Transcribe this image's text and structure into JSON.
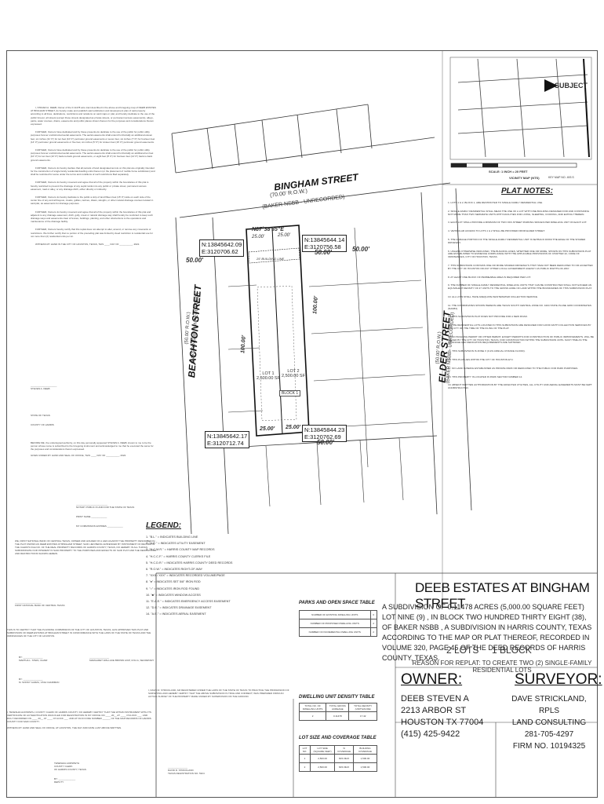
{
  "header": {
    "title": "DEEB ESTATES AT BINGHAM STREET",
    "description": "A SUBDIVISION OF 0.11478 ACRES (5,000.00 SQUARE FEET) LOT NINE (9) , IN BLOCK TWO HUNDRED THIRTY EIGHT (38), OF BAKER NSBB , A SUBDIVISION IN HARRIS COUNTY, TEXAS ACCORDING TO THE MAP OR PLAT THEREOF, RECORDED IN VOLUME 320, PAGE 45 OF THE DEED RECORDS OF HARRIS COUNTY, TEXAS.",
    "lots_block": "2 LOTS     1 BLOCK",
    "reason": "REASON FOR REPLAT: TO CREATE TWO (2) SINGLE-FAMILY RESIDENTIAL LOTS"
  },
  "owner": {
    "heading": "OWNER:",
    "name": "DEEB STEVEN A",
    "address1": "2213 ARBOR ST",
    "address2": "HOUSTON TX 77004",
    "phone": "(415)  425-9422"
  },
  "surveyor": {
    "heading": "SURVEYOR:",
    "name": "DAVE STRICKLAND, RPLS",
    "company": "LAND CONSULTING",
    "phone": "281-705-4297",
    "firm": "FIRM NO. 10194325"
  },
  "streets": {
    "bingham": "BINGHAM STREET",
    "bingham_row": "(70.00' R.O.W.)",
    "bingham_sub": "(BAKER NSBB - UNRECORDED)",
    "beachton": "BEACHTON STREET",
    "beachton_row": "(50.00' R.O.W.)",
    "beachton_sub": "(BAKER NSBB - UNRECORDED)",
    "elder": "ELDER STREET",
    "elder_row": "(50.00' R.O.W.)",
    "elder_sub": "(BAKER NSBB - UNRECORDED)"
  },
  "coords": {
    "nw": {
      "n": "N:13845642.09",
      "e": "E:3120706.62"
    },
    "ne": {
      "n": "N:13845644.14",
      "e": "E:3120756.58"
    },
    "sw": {
      "n": "N:13845642.17",
      "e": "E:3120712.74"
    },
    "se": {
      "n": "N:13845844.23",
      "e": "E:3120762.69"
    }
  },
  "dims": {
    "d50a": "50.00'",
    "d50b": "50.00'",
    "d50c": "50.00'",
    "d50d": "50.00'",
    "d100a": "100.00'",
    "d100b": "100.00'",
    "bearing_n": "N87°38'35\"E",
    "d25a": "25.00'",
    "d25b": "25.00'",
    "d25c": "25.00'",
    "d25d": "25.00'"
  },
  "lots": {
    "lot1": "LOT 1",
    "lot1_area": "2,500.00 SF",
    "lot2": "LOT 2",
    "lot2_area": "2,500.00 SF",
    "block": "BLOCK 1",
    "b_yard": "25' BUILDING LINE"
  },
  "legend": {
    "heading": "LEGEND:",
    "items": [
      "1. \"B.L.\" = INDICATES BUILDING LINE",
      "2. \"U.E.\" = INDICATES UTILITY EASEMENT",
      "3. \"H.C.M.R.\" = HARRIS COUNTY MAP RECORDS",
      "4. \"H.C.C.F.\" = HARRIS COUNTY CLERKS FILE",
      "5. \"H.C.D.R.\" = INDICATES HARRIS COUNTY DEED RECORDS",
      "6. \"R.O.W.\" = INDICATES RIGHT-OF-WAY",
      "7. \"XXX / XXX\" = INDICATES RECORDED VOLUME/PAGE",
      "8. \"●\" = INDICATES SET 5/8\" IRON ROD",
      "9. \"○\" = INDICATES IRON ROD FOUND",
      "10. \"■\" = INDICATES WINDOW ACCESS",
      "11. \"E.A.E.\" = INDICATES EMERGENCY ACCESS EASEMENT",
      "12. \"D.E.\" = INDICATES DRAINAGE EASEMENT",
      "14. \"A.E.\" = INDICATES AERIAL EASEMENT"
    ]
  },
  "notes": {
    "heading": "PLAT NOTES:",
    "items": [
      "1. LOTS 1 & 2, BLOCK 1, ARE RESTRICTED TO SINGLE FAMILY RESIDENTIAL USE.",
      "2. SINGLE-FAMILY RESIDENTIAL SHALL MEAN THE USE OF A LOT WITH ONE BUILDING DESIGNED FOR AND CONTAINING NOT MORE THAN TWO SEPARATE UNITS WITH FACILITIES FOR LIVING, SLEEPING, COOKING, AND EATING THEREIN.",
      "3. EACH LOT SHALL PROVIDE A MINIMUM OF TWO OFF-STREET PARKING SPACES PER DWELLING UNIT ON EACH LOT.",
      "4. VEHICULAR ACCESS TO LOTS 1 & 2 SHALL BE PROVIDED FROM ELDER STREET.",
      "5. THE GARAGE PORTION OF THE SINGLE-FAMILY RESIDENTIAL UNIT IS SETBACK FROM THE EDGE OF THE SHARED DRIVEWAY.",
      "6. UNLESS OTHERWISE INDICATED, THE BUILDING LINES, WHETHER ONE OR MORE, SHOWN ON THIS SUBDIVISION PLAT ARE ESTABLISHED TO EVIDENCE COMPLIANCE WITH THE APPLICABLE PROVISIONS OF CHAPTER 42, CODE OF ORDINANCES, CITY OF HOUSTON, TEXAS.",
      "7. THIS SUBDIVISION CONTAINS ONE OR MORE SHARED DRIVEWAYS THAT HAVE NOT BEEN DEDICATED TO OR ACCEPTED BY THE CITY OF HOUSTON OR ANY OTHER LOCAL GOVERNMENT AGENCY AS PUBLIC RIGHTS-OF-WAY.",
      "8. AT LEAST ONE BLOCK OF PERMEABLE AREA IS REQUIRED PER LOT.",
      "9. THE NUMBER OF SINGLE-FAMILY RESIDENTIAL DWELLING UNITS THAT CAN BE CONSTRUCTED SHALL NOT EXCEED AN EQUIVALENT DENSITY OF 27 UNITS TO THE GROSS ACRE OF LAND WITHIN THE BOUNDARIES OF THIS SUBDIVISION PLAT.",
      "10. ALL LOTS SHALL HAVE ADEQUATE WASTEWATER COLLECTION SERVICE.",
      "11. THE COORDINATES SHOWN HEREON ARE TEXAS SOUTH CENTRAL ZONE NO. 4204 STATE PLANE GRID COORDINATES (NAD83).",
      "12. THIS SUBDIVISION PLAT DOES NOT PROVIDE FOR A NEW ROAD.",
      "13. THE RESIDENTIAL LOTS LOCATED IN THIS SUBDIVISION ARE DESIGNED FOR GOOD FAITH COLLECTION SERVICES BY THE CITY OF THE TIME OF THE FILING OF THE PLAT.",
      "14. NO BUILDING PERMIT OR OTHER PERMIT, EXCEPT PERMITS FOR CONSTRUCTION OF PUBLIC IMPROVEMENTS, WILL BE ISSUED BY THE CITY OF HOUSTON, TEXAS, FOR CONSTRUCTION WITHIN THE SUBDIVISION UNTIL SUCH TIME AS THE DRAINAGE AND DEDICATION REQUIREMENTS ARE SATISFIED.",
      "15. THIS SUBDIVISION IS ZONE X (0.2% ANNUAL CHANCE FLOOD).",
      "16. THIS PLAT LIES WITHIN THE CITY OF HOUSTON ETJ.",
      "17. NO LAND IS BEING ESTABLISHED AS PRIVATE PARK OR DEDICATED TO THE PUBLIC FOR PARK PURPOSES.",
      "18. THIS PROPERTY IS LOCATED IN PARK SECTOR NUMBER 14.",
      "19. ABSENT WRITTEN AUTHORIZATION BY THE AFFECTED UTILITIES, ALL UTILITY AND AERIAL EASEMENTS MUST BE KEPT UNOBSTRUCTED."
    ]
  },
  "parks_table": {
    "heading": "PARKS AND OPEN SPACE TABLE",
    "rows": [
      [
        "NUMBER OF EXISTING DWELLING UNITS",
        "0"
      ],
      [
        "NUMBER OF PROPOSED DWELLING UNITS",
        "2"
      ],
      [
        "NUMBER OF INCREMENTAL DWELLING UNITS",
        "2"
      ]
    ]
  },
  "density_table": {
    "heading": "DWELLING UNIT DENSITY TABLE",
    "headers": [
      "TOTAL NO. OF DWELLING UNITS",
      "TOTAL GROSS ACREAGE",
      "TOTAL DENSITY (UNITS/ACRE)"
    ],
    "row": [
      "2",
      "0.11478",
      "17.42"
    ]
  },
  "coverage_table": {
    "heading": "LOT SIZE AND COVERAGE TABLE",
    "headers": [
      "LOT NO.",
      "LOT SIZE (SQUARE FEET)",
      "% COVERAGE",
      "BUILDING COVERAGE"
    ],
    "rows": [
      [
        "1",
        "2,500.00",
        "60% MAX",
        "1,500.00"
      ],
      [
        "2",
        "2,500.00",
        "60% MAX",
        "1,500.00"
      ]
    ]
  },
  "vicinity": {
    "label": "SUBJECT",
    "scale": "SCALE: 1 INCH = 20 FEET",
    "keymap": "KEY MAP NO. 493 S",
    "vicinity": "VICINITY MAP (NTS)"
  },
  "bottom_left": {
    "banner": "FIRST NATIONAL BANK OF CENTRAL TEXAS",
    "planning": "THIS IS TO CERTIFY THAT THE PLANNING COMMISSION OF THE CITY OF HOUSTON, TEXAS, HAS APPROVED THIS PLAT AND SUBDIVISION OF DEEB ESTATES AT BINGHAM STREET IN CONFORMANCE WITH THE LAWS OF THE STATE OF TEXAS AND THE ORDINANCES OF THE CITY OF HOUSTON.",
    "chair": "MARTHA L. STEIN, CHAIR",
    "vice": "M. SONNY GARZA, VICE CHAIRMAN",
    "director": "MARGARET WALLACE BROWN AICP, CNU-A, SECRETARY",
    "surveyor_sig": "DAVID R. STRICKLAND",
    "surveyor_reg": "TEXAS REGISTRATION NO. 5324"
  }
}
